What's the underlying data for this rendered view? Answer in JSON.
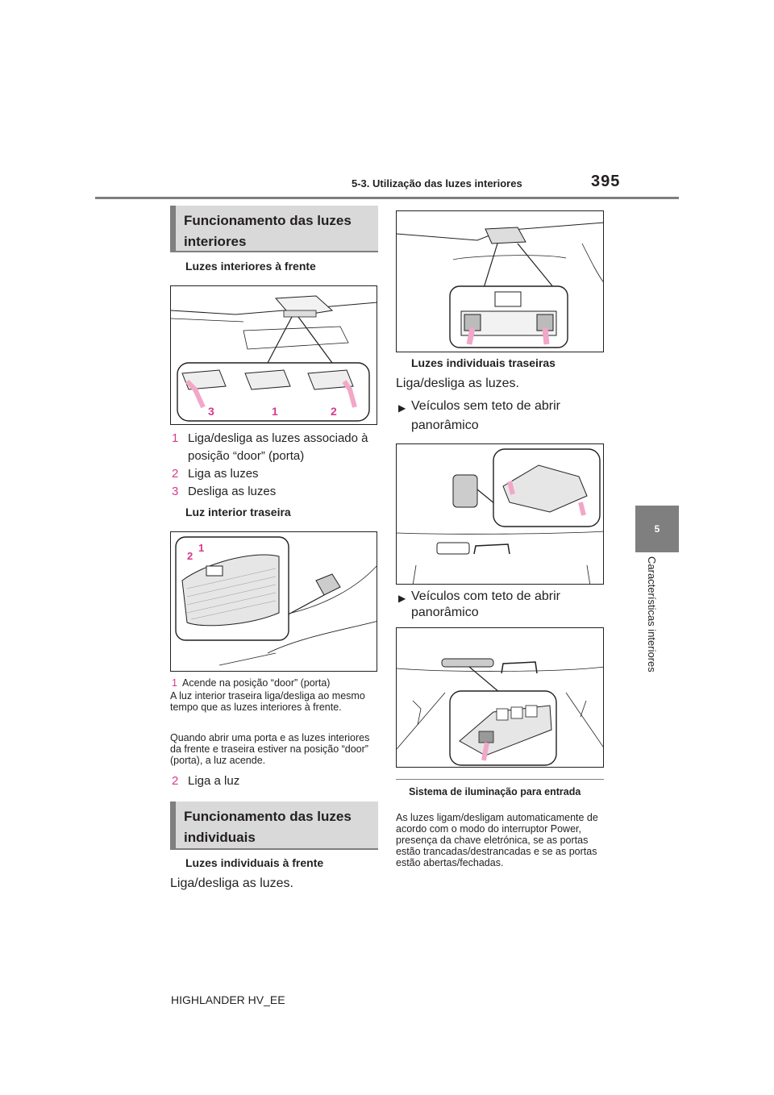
{
  "header": {
    "section": "5-3. Utilização das luzes interiores",
    "page_number": "395"
  },
  "side_tab": {
    "number": "5",
    "label": "Características interiores"
  },
  "left": {
    "section1_title": "Funcionamento das luzes interiores",
    "front_title": "Luzes interiores à frente",
    "front_items": [
      {
        "num": "1",
        "text": "Liga/desliga as luzes associado à posição “door” (porta)"
      },
      {
        "num": "2",
        "text": "Liga as luzes"
      },
      {
        "num": "3",
        "text": "Desliga as luzes"
      }
    ],
    "front_callouts": [
      "3",
      "1",
      "2"
    ],
    "rear_title": "Luz interior traseira",
    "rear_callouts": [
      "2",
      "1"
    ],
    "rear_item1_num": "1",
    "rear_item1_text": "Acende na posição “door” (porta)",
    "rear_note1": "A luz interior traseira liga/desliga ao mesmo tempo que as luzes interiores à frente.",
    "rear_note2": "Quando abrir uma porta e as luzes interiores da frente e traseira estiver na posição “door” (porta), a luz acende.",
    "rear_item2_num": "2",
    "rear_item2_text": "Liga a luz",
    "section2_title": "Funcionamento das luzes individuais",
    "indiv_front_title": "Luzes individuais à frente",
    "indiv_front_text": "Liga/desliga as luzes."
  },
  "right": {
    "indiv_rear_title": "Luzes individuais traseiras",
    "indiv_rear_text": "Liga/desliga as luzes.",
    "bullet1": "Veículos sem teto de abrir panorâmico",
    "bullet2": "Veículos com teto de abrir panorâmico",
    "entry_title": "Sistema de iluminação para entrada",
    "entry_text": "As luzes ligam/desligam automaticamente de acordo com o modo do interruptor Power, presença da chave eletrónica, se as portas estão trancadas/destrancadas e se as portas estão abertas/fechadas."
  },
  "footer": {
    "model": "HIGHLANDER HV_EE"
  }
}
